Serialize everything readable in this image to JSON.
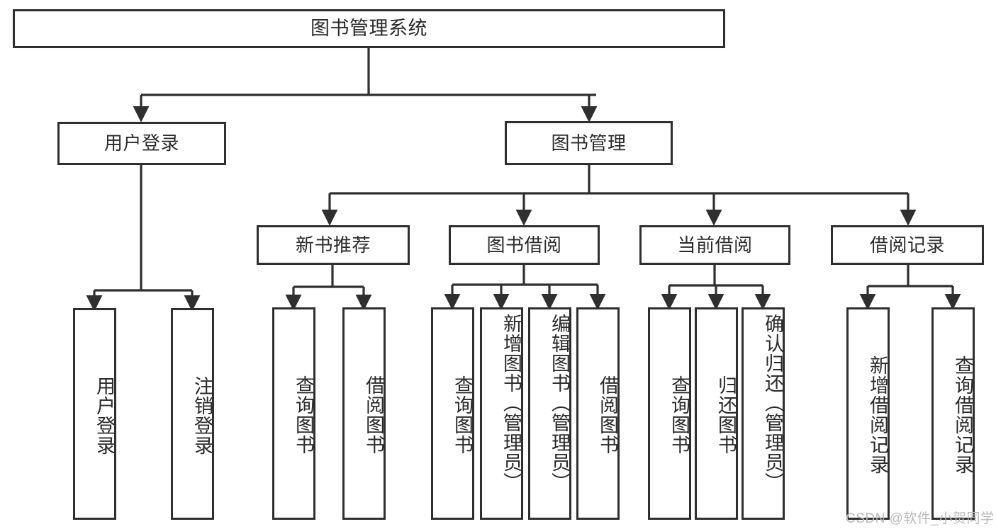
{
  "diagram": {
    "title": "图书管理系统",
    "type": "tree-hierarchy-chart",
    "root": {
      "label": "图书管理系统"
    },
    "level1": [
      {
        "label": "用户登录"
      },
      {
        "label": "图书管理"
      }
    ],
    "level2": [
      {
        "label": "新书推荐",
        "parent": "图书管理"
      },
      {
        "label": "图书借阅",
        "parent": "图书管理"
      },
      {
        "label": "当前借阅",
        "parent": "图书管理"
      },
      {
        "label": "借阅记录",
        "parent": "图书管理"
      }
    ],
    "leaves": {
      "user_login": [
        {
          "label": "用户登录"
        },
        {
          "label": "注销登录"
        }
      ],
      "new_book_recommend": [
        {
          "label": "查询图书"
        },
        {
          "label": "借阅图书"
        }
      ],
      "book_borrow": [
        {
          "label": "查询图书"
        },
        {
          "label": "新增图书（管理员）"
        },
        {
          "label": "编辑图书（管理员）"
        },
        {
          "label": "借阅图书"
        }
      ],
      "current_borrow": [
        {
          "label": "查询图书"
        },
        {
          "label": "归还图书"
        },
        {
          "label": "确认归还（管理员）"
        }
      ],
      "borrow_record": [
        {
          "label": "新增借阅记录"
        },
        {
          "label": "查询借阅记录"
        }
      ]
    }
  },
  "watermark": {
    "text": "CSDN @软件_小贺同学"
  },
  "colors": {
    "stroke": "#2f2f2f",
    "text": "#2b2b2b",
    "background": "#ffffff",
    "watermark": "#b9b9b9"
  }
}
